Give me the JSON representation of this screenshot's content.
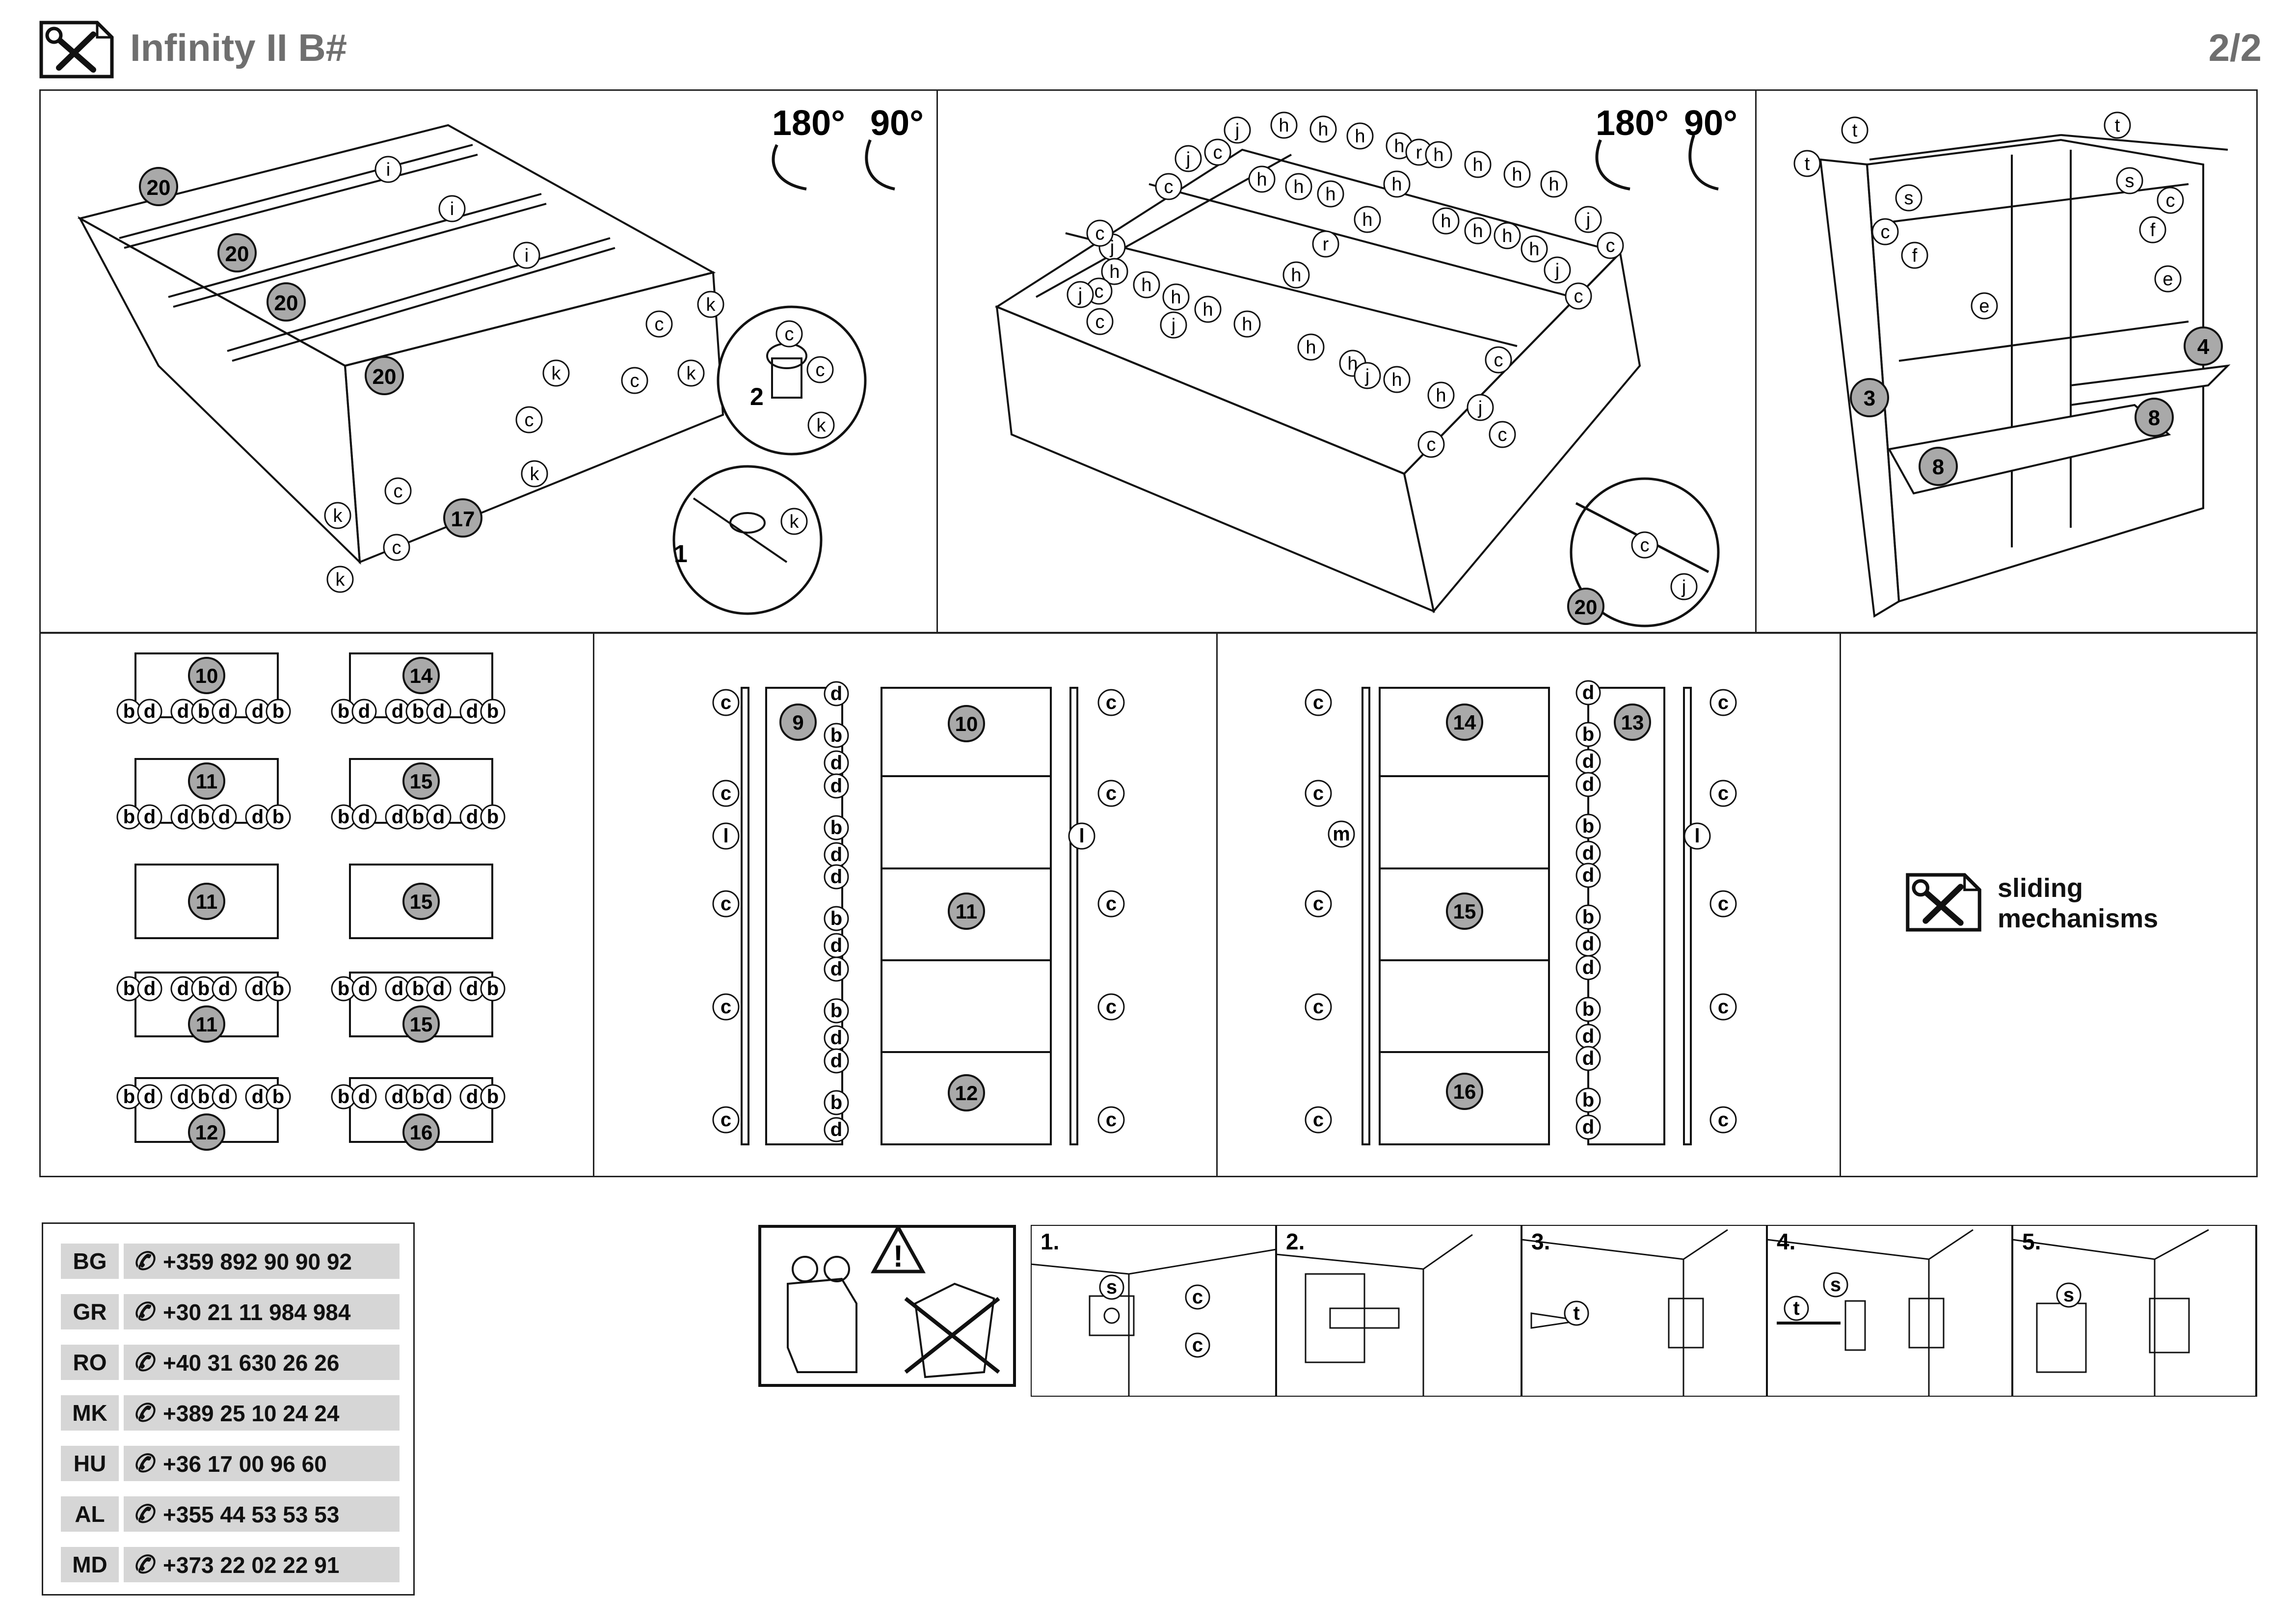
{
  "header": {
    "title": "Infinity II B#",
    "page": "2/2",
    "icon": "tools-icon"
  },
  "panel1": {
    "rotate": [
      "180°",
      "90°"
    ],
    "parts": [
      "20",
      "20",
      "20",
      "20",
      "17"
    ],
    "letters": [
      "i",
      "i",
      "i",
      "k",
      "k",
      "k",
      "c",
      "c",
      "c",
      "c",
      "k",
      "k",
      "c",
      "c",
      "k",
      "k"
    ],
    "detail": {
      "step1": "1",
      "step2": "2",
      "part_k": "k",
      "part_c": "c"
    }
  },
  "panel2": {
    "rotate": [
      "180°",
      "90°"
    ],
    "letters_top": [
      "j",
      "h",
      "h",
      "h",
      "h",
      "r",
      "h",
      "h",
      "h",
      "h"
    ],
    "letters": [
      "c",
      "j",
      "c",
      "h",
      "h",
      "h",
      "h",
      "h",
      "h",
      "h",
      "h",
      "h",
      "j",
      "c",
      "r",
      "h",
      "j",
      "c",
      "j",
      "c",
      "h",
      "h",
      "h",
      "h",
      "h",
      "c",
      "j",
      "c",
      "j",
      "h",
      "h",
      "h",
      "h",
      "j",
      "c",
      "c",
      "j",
      "c"
    ],
    "detail": {
      "part": "20",
      "c": "c",
      "j": "j"
    }
  },
  "panel3": {
    "parts": [
      "3",
      "4",
      "8",
      "8"
    ],
    "letters": [
      "t",
      "t",
      "t",
      "s",
      "s",
      "c",
      "c",
      "f",
      "f",
      "e",
      "e"
    ]
  },
  "row2_panel1": {
    "col_left": [
      "10",
      "11",
      "11",
      "11",
      "12"
    ],
    "col_right": [
      "14",
      "15",
      "15",
      "15",
      "16"
    ],
    "hw_row": [
      "b",
      "d",
      "d",
      "b",
      "d",
      "d",
      "b"
    ]
  },
  "row2_panel2": {
    "side_left": "9",
    "doors": [
      "10",
      "",
      "11",
      "",
      "12"
    ],
    "rail_letter": "l",
    "c": "c",
    "b": "b",
    "d": "d"
  },
  "row2_panel3": {
    "side_right": "13",
    "doors": [
      "14",
      "",
      "15",
      "",
      "16"
    ],
    "rail_left": "m",
    "rail_right": "l",
    "c": "c",
    "b": "b",
    "d": "d"
  },
  "sliding": {
    "icon": "tools-icon",
    "line1": "sliding",
    "line2": "mechanisms"
  },
  "phones": [
    {
      "code": "BG",
      "number": "+359 892 90 90 92"
    },
    {
      "code": "GR",
      "number": "+30 21 11 984 984"
    },
    {
      "code": "RO",
      "number": "+40 31 630 26 26"
    },
    {
      "code": "MK",
      "number": "+389 25 10 24 24"
    },
    {
      "code": "HU",
      "number": "+36 17 00 96 60"
    },
    {
      "code": "AL",
      "number": "+355 44 53 53 53"
    },
    {
      "code": "MD",
      "number": "+373 22 02 22 91"
    }
  ],
  "wallfix": {
    "warning_icon": "warning-icon",
    "steps": [
      {
        "n": "1.",
        "letters": [
          "s",
          "c",
          "c"
        ]
      },
      {
        "n": "2.",
        "letters": []
      },
      {
        "n": "3.",
        "letters": [
          "t"
        ]
      },
      {
        "n": "4.",
        "letters": [
          "t",
          "s"
        ]
      },
      {
        "n": "5.",
        "letters": [
          "s"
        ]
      }
    ]
  }
}
